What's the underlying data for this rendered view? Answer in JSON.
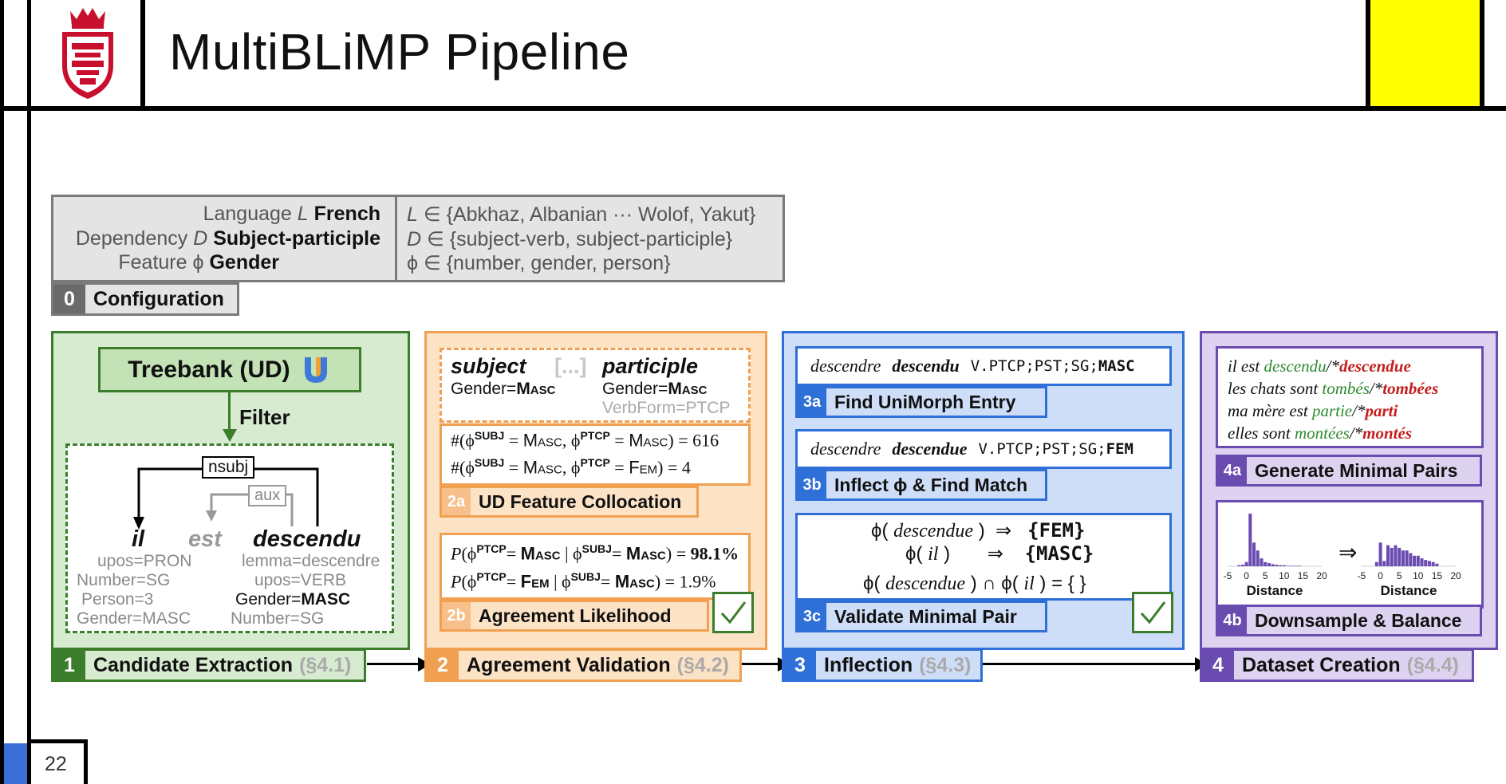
{
  "slide": {
    "title": "MultiBLiMP Pipeline",
    "page_number": "22",
    "logo": "university-crest"
  },
  "colors": {
    "accent_yellow": "#ffff00",
    "green": "#3b7d2b",
    "green_fill": "#d6ebcf",
    "orange": "#f0a050",
    "orange_fill": "#fde3c6",
    "blue": "#2f6fd8",
    "blue_fill": "#cfdef8",
    "purple": "#6a4bb0",
    "purple_fill": "#ddd3f0",
    "grey": "#7a7a7a"
  },
  "config": {
    "rows": [
      {
        "label": "Language",
        "var": "L",
        "value": "French"
      },
      {
        "label": "Dependency",
        "var": "D",
        "value": "Subject-participle"
      },
      {
        "label": "Feature",
        "var": "ϕ",
        "value": "Gender"
      }
    ],
    "sets": [
      {
        "var": "L",
        "set": "∈ {Abkhaz, Albanian ··· Wolof, Yakut}"
      },
      {
        "var": "D",
        "set": "∈ {subject-verb, subject-participle}"
      },
      {
        "var": "ϕ",
        "set": "∈ {number, gender, person}"
      }
    ],
    "tab_num": "0",
    "tab_label": "Configuration"
  },
  "stage1": {
    "tab_num": "1",
    "tab_label": "Candidate Extraction",
    "tab_ref": "(§4.1)",
    "treebank_label": "Treebank (UD)",
    "filter_label": "Filter",
    "dep_nsubj": "nsubj",
    "dep_aux": "aux",
    "words": {
      "il": "il",
      "est": "est",
      "descendu": "descendu"
    },
    "il_feats": [
      "upos=PRON",
      "Number=SG",
      "Person=3",
      "Gender=MASC"
    ],
    "desc_feats": [
      "lemma=descendre",
      "upos=VERB",
      "Gender=",
      "Number=SG"
    ],
    "desc_gender_value": "MASC"
  },
  "stage2": {
    "tab_num": "2",
    "tab_label": "Agreement Validation",
    "tab_ref": "(§4.2)",
    "subject_word": "subject",
    "ellipsis": "[...]",
    "participle_word": "participle",
    "subject_feat_key": "Gender=",
    "subject_feat_val": "Masc",
    "participle_feat_key": "Gender=",
    "participle_feat_val": "Masc",
    "participle_extra": "VerbForm=PTCP",
    "count1": "= 616",
    "count2": "= 4",
    "sub2a_num": "2a",
    "sub2a_label": "UD Feature Collocation",
    "prob1": "98.1%",
    "prob2": "1.9%",
    "sub2b_num": "2b",
    "sub2b_label": "Agreement Likelihood"
  },
  "stage3": {
    "tab_num": "3",
    "tab_label": "Inflection",
    "tab_ref": "(§4.3)",
    "entry_lemma": "descendre",
    "entry_form_a": "descendu",
    "entry_tags_a": "V.PTCP;PST;SG;",
    "entry_gender_a": "MASC",
    "sub3a_num": "3a",
    "sub3a_label": "Find UniMorph Entry",
    "entry_form_b": "descendue",
    "entry_tags_b": "V.PTCP;PST;SG;",
    "entry_gender_b": "FEM",
    "sub3b_num": "3b",
    "sub3b_label": "Inflect ϕ & Find Match",
    "phi_line1_word": "descendue",
    "phi_line1_val": "{FEM}",
    "phi_line2_word": "il",
    "phi_line2_val": "{MASC}",
    "phi_line3": "= { }",
    "sub3c_num": "3c",
    "sub3c_label": "Validate Minimal Pair"
  },
  "stage4": {
    "tab_num": "4",
    "tab_label": "Dataset Creation",
    "tab_ref": "(§4.4)",
    "pairs": [
      {
        "prefix": "il est ",
        "good": "descendu",
        "bad": "descendue"
      },
      {
        "prefix": "les chats sont ",
        "good": "tombés",
        "bad": "tombées"
      },
      {
        "prefix": "ma mère est ",
        "good": "partie",
        "bad": "parti"
      },
      {
        "prefix": "elles sont ",
        "good": "montées",
        "bad": "montés"
      }
    ],
    "sub4a_num": "4a",
    "sub4a_label": "Generate Minimal Pairs",
    "sub4b_num": "4b",
    "sub4b_label": "Downsample & Balance",
    "arrow_symbol": "⇒"
  },
  "chart_data": [
    {
      "type": "bar",
      "xlabel": "Distance",
      "ticks": [
        "-5",
        "0",
        "5",
        "10",
        "15",
        "20"
      ],
      "x": [
        -2,
        -1,
        0,
        1,
        2,
        3,
        4,
        5,
        6,
        7,
        8,
        9,
        10,
        11,
        12,
        13,
        14
      ],
      "values": [
        0.02,
        0.03,
        0.08,
        1.0,
        0.45,
        0.3,
        0.15,
        0.08,
        0.06,
        0.04,
        0.03,
        0.02,
        0.02,
        0.01,
        0.01,
        0.01,
        0.01
      ]
    },
    {
      "type": "bar",
      "xlabel": "Distance",
      "ticks": [
        "-5",
        "0",
        "5",
        "10",
        "15",
        "20"
      ],
      "x": [
        -1,
        0,
        1,
        2,
        3,
        4,
        5,
        6,
        7,
        8,
        9,
        10,
        11,
        12,
        13,
        14,
        15
      ],
      "values": [
        0.08,
        0.45,
        0.1,
        0.4,
        0.35,
        0.4,
        0.35,
        0.3,
        0.3,
        0.25,
        0.2,
        0.2,
        0.15,
        0.12,
        0.1,
        0.08,
        0.05
      ]
    }
  ]
}
